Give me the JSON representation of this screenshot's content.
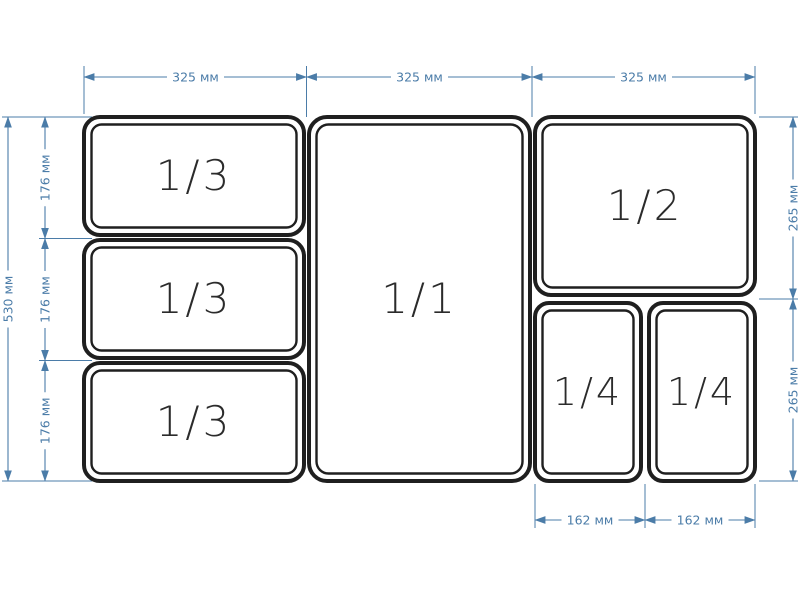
{
  "diagram": {
    "type": "gastronorm-pan-size-diagram",
    "unit": "мм",
    "colors": {
      "dimension_accent": "#4b7ca8",
      "pan_outline": "#1f1f1f",
      "pan_label": "#2b2b2b",
      "background": "#ffffff"
    },
    "dims": {
      "top_widths": [
        "325 мм",
        "325 мм",
        "325 мм"
      ],
      "left_total_height": "530 мм",
      "left_row_heights": [
        "176 мм",
        "176 мм",
        "176 мм"
      ],
      "right_heights": [
        "265 мм",
        "265 мм"
      ],
      "bottom_widths": [
        "162 мм",
        "162 мм"
      ]
    },
    "pans": [
      {
        "label": "1/3",
        "width_mm": 325,
        "height_mm": 176
      },
      {
        "label": "1/3",
        "width_mm": 325,
        "height_mm": 176
      },
      {
        "label": "1/3",
        "width_mm": 325,
        "height_mm": 176
      },
      {
        "label": "1/1",
        "width_mm": 325,
        "height_mm": 530
      },
      {
        "label": "1/2",
        "width_mm": 325,
        "height_mm": 265
      },
      {
        "label": "1/4",
        "width_mm": 162,
        "height_mm": 265
      },
      {
        "label": "1/4",
        "width_mm": 162,
        "height_mm": 265
      }
    ]
  }
}
